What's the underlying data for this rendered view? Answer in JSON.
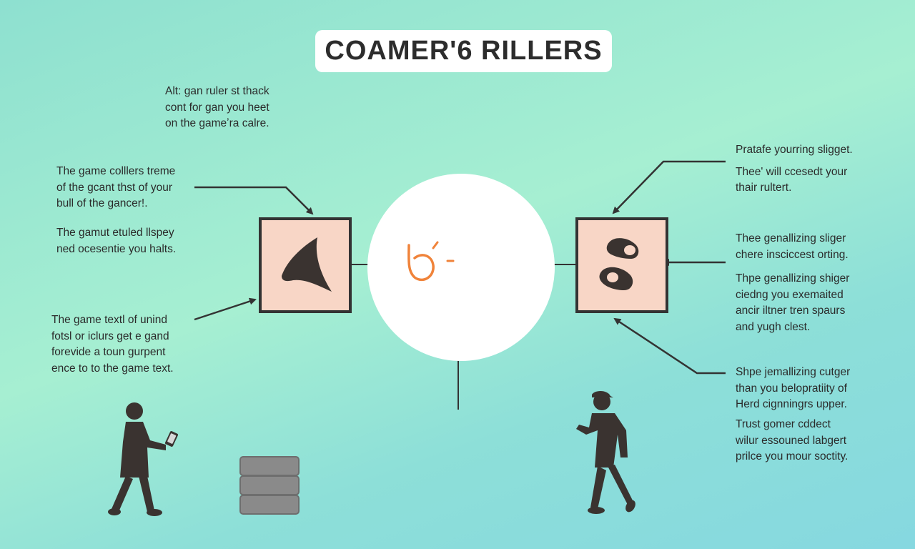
{
  "title": "COAMER'6 RILLERS",
  "top_note": [
    "Alt: gan ruler st thack",
    "cont for gan you heet",
    "on the gameʼra calre."
  ],
  "left_notes": [
    [
      "The game colllers treme",
      "of the gcant thst of your",
      "bull of the gancer!."
    ],
    [
      "The gamut etuled llspey",
      "ned ocesentie you halts."
    ],
    [
      "The game textl of unind",
      "fotsl or iclurs get e gand",
      "forevide a toun gurpent",
      "ence to to the game text."
    ]
  ],
  "right_notes": [
    [
      "Pratafe yourring sligget.",
      "Thee' will ccesedt your",
      "thair rultert."
    ],
    [
      "Thee genallizing sliger",
      "chere insciccest orting."
    ],
    [
      "Thpe genallizing shiger",
      "ciedng you exemaited",
      "ancir iltner tren spaurs",
      "and yugh clest."
    ],
    [
      "Shpe jemallizing cutger",
      "than you belopratiity of",
      "Herd cignningrs upper."
    ],
    [
      "Trust gomer cddect",
      "wilur essouned labgert",
      "prilce you mour soctity."
    ]
  ],
  "colors": {
    "panel_fill": "#f8d6c6",
    "stroke": "#333333",
    "accent_orange": "#f0833a",
    "silhouette": "#3a3330",
    "database": "#8a8a8a"
  },
  "icons": {
    "left_panel": "shark-fin-icon",
    "right_panel": "gamepad-buttons-icon",
    "center": "hook-icon",
    "left_figure": "person-with-phone-icon",
    "right_figure": "person-gamer-icon",
    "bottom": "database-icon"
  }
}
